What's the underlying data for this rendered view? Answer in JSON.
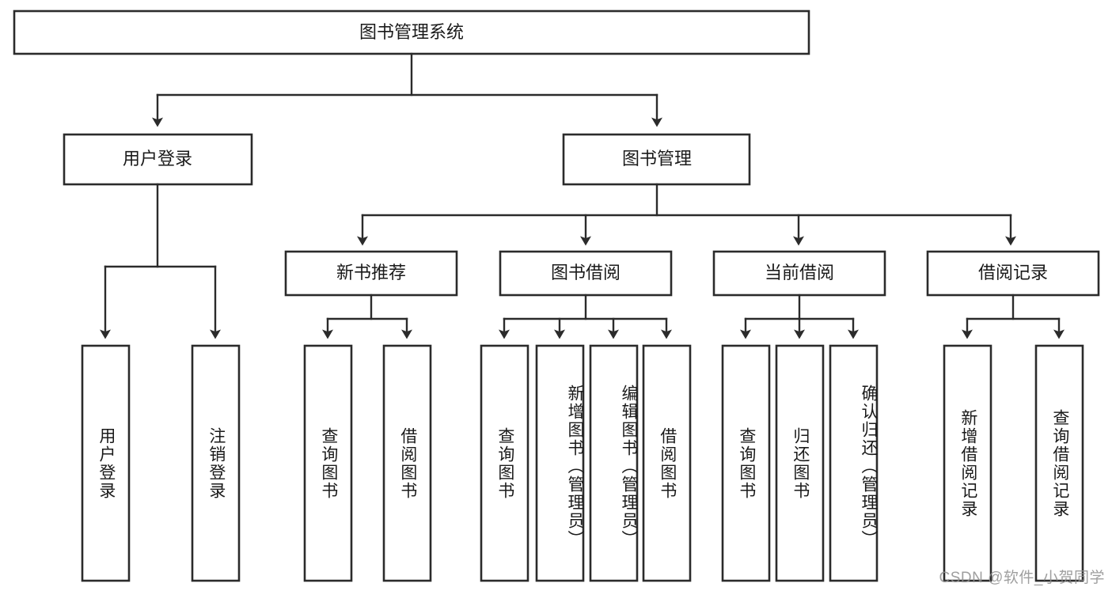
{
  "diagram": {
    "title": "图书管理系统",
    "type": "tree",
    "watermark": "CSDN @软件_小贺同学",
    "nodes": {
      "root": {
        "label": "图书管理系统"
      },
      "level2": [
        {
          "id": "user-login",
          "label": "用户登录"
        },
        {
          "id": "book-manage",
          "label": "图书管理"
        }
      ],
      "level3": [
        {
          "id": "new-book-recommend",
          "label": "新书推荐"
        },
        {
          "id": "book-borrow",
          "label": "图书借阅"
        },
        {
          "id": "current-borrow",
          "label": "当前借阅"
        },
        {
          "id": "borrow-record",
          "label": "借阅记录"
        }
      ],
      "leaves": {
        "user_login": [
          {
            "id": "leaf-user-login",
            "label": "用户登录"
          },
          {
            "id": "leaf-logout-login",
            "label": "注销登录"
          }
        ],
        "new_book_recommend": [
          {
            "id": "leaf-query-book-1",
            "label": "查询图书"
          },
          {
            "id": "leaf-borrow-book-1",
            "label": "借阅图书"
          }
        ],
        "book_borrow": [
          {
            "id": "leaf-query-book-2",
            "label": "查询图书"
          },
          {
            "id": "leaf-add-book",
            "label": "新增图书（管理员）"
          },
          {
            "id": "leaf-edit-book",
            "label": "编辑图书（管理员）"
          },
          {
            "id": "leaf-borrow-book-2",
            "label": "借阅图书"
          }
        ],
        "current_borrow": [
          {
            "id": "leaf-query-book-3",
            "label": "查询图书"
          },
          {
            "id": "leaf-return-book",
            "label": "归还图书"
          },
          {
            "id": "leaf-confirm-return",
            "label": "确认归还（管理员）"
          }
        ],
        "borrow_record": [
          {
            "id": "leaf-add-record",
            "label": "新增借阅记录"
          },
          {
            "id": "leaf-query-record",
            "label": "查询借阅记录"
          }
        ]
      }
    },
    "colors": {
      "box_stroke": "#2b2b2b",
      "box_fill": "#ffffff",
      "text": "#1a1a1a",
      "connector": "#2b2b2b",
      "watermark": "#8f8f8f",
      "background": "#ffffff"
    }
  }
}
